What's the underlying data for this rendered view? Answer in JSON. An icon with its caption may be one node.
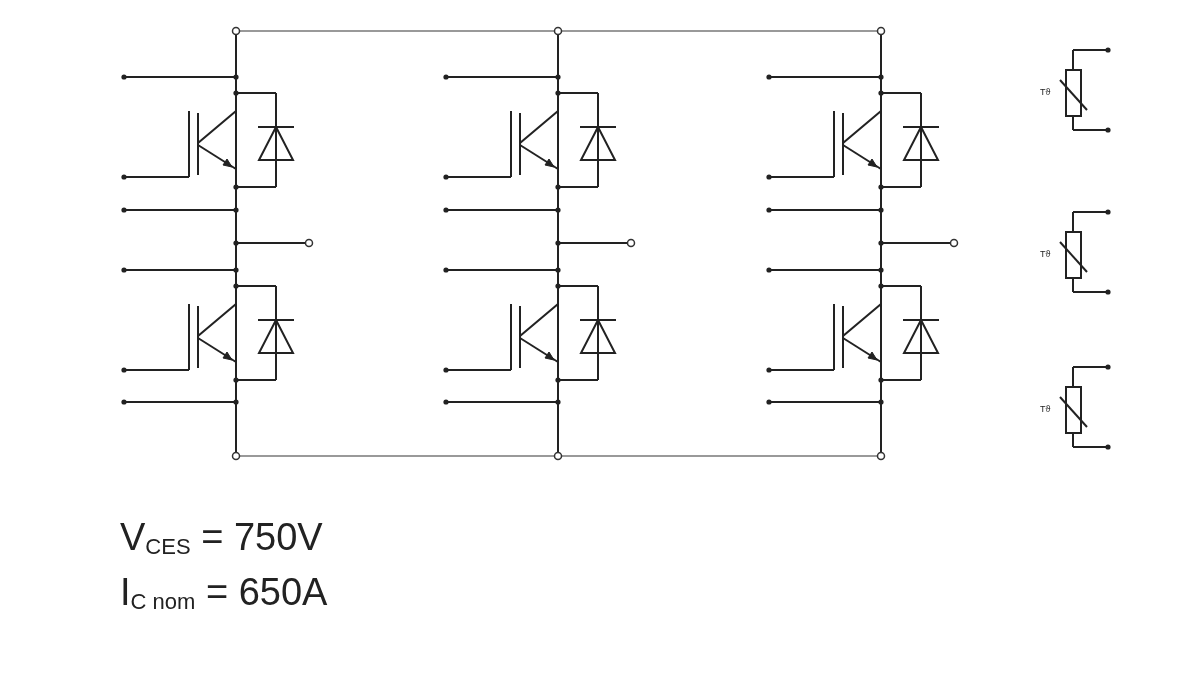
{
  "diagram": {
    "labels": [
      "Tϑ",
      "Tϑ",
      "Tϑ",
      "V$_{CES}$ = 750V",
      "I$_{C nom}$ = 650A"
    ]
  }
}
